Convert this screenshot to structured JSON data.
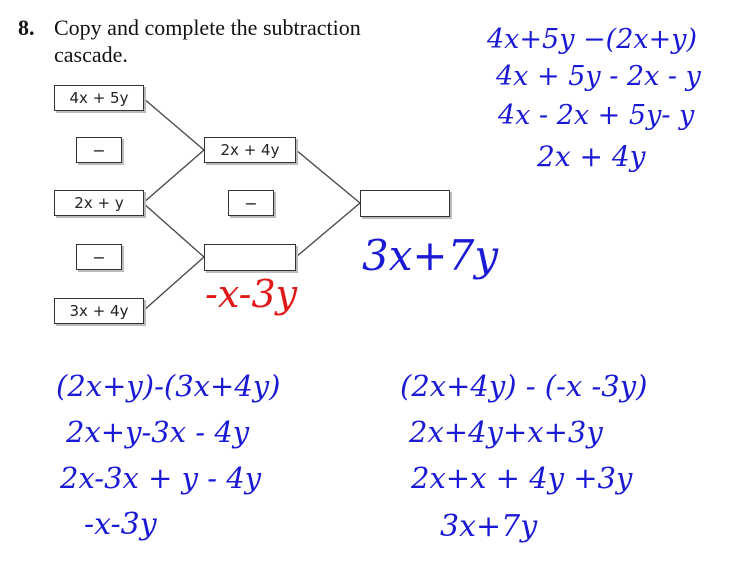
{
  "question": {
    "number": "8.",
    "text": "Copy and complete the subtraction cascade."
  },
  "cascade": {
    "left_boxes": [
      "4x + 5y",
      "2x + y",
      "3x + 4y"
    ],
    "left_operators": [
      "−",
      "−"
    ],
    "middle_top": "2x + 4y",
    "middle_operator": "−",
    "middle_bottom": "",
    "right_box": ""
  },
  "handwriting": {
    "top_right": [
      "4x+5y −(2x+y)",
      "4x + 5y - 2x - y",
      "4x - 2x + 5y- y",
      "2x + 4y"
    ],
    "middle_bottom_answer": "-x-3y",
    "right_answer": "3x+7y",
    "bottom_left": [
      "(2x+y)-(3x+4y)",
      "2x+y-3x - 4y",
      "2x-3x + y - 4y",
      "-x-3y"
    ],
    "bottom_right": [
      "(2x+4y) - (-x -3y)",
      "2x+4y+x+3y",
      "2x+x + 4y +3y",
      "3x+7y"
    ]
  },
  "colors": {
    "handwriting_blue": "#1a1ad6",
    "handwriting_red": "#e01818"
  }
}
